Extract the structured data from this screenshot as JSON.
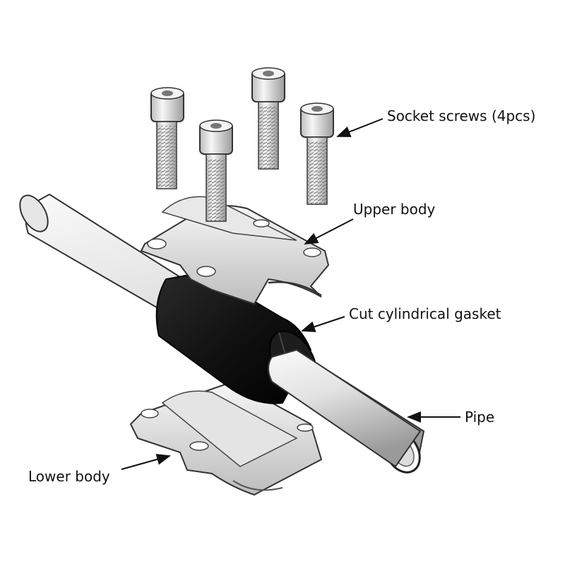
{
  "labels": {
    "screws": "Socket screws (4pcs)",
    "upper_body": "Upper body",
    "gasket": "Cut cylindrical gasket",
    "pipe": "Pipe",
    "lower_body": "Lower body"
  },
  "colors": {
    "metal_light": "#f2f2f2",
    "metal_mid": "#cfcfcf",
    "metal_dark": "#8a8a8a",
    "gasket": "#1a1a1a",
    "outline": "#222222"
  }
}
